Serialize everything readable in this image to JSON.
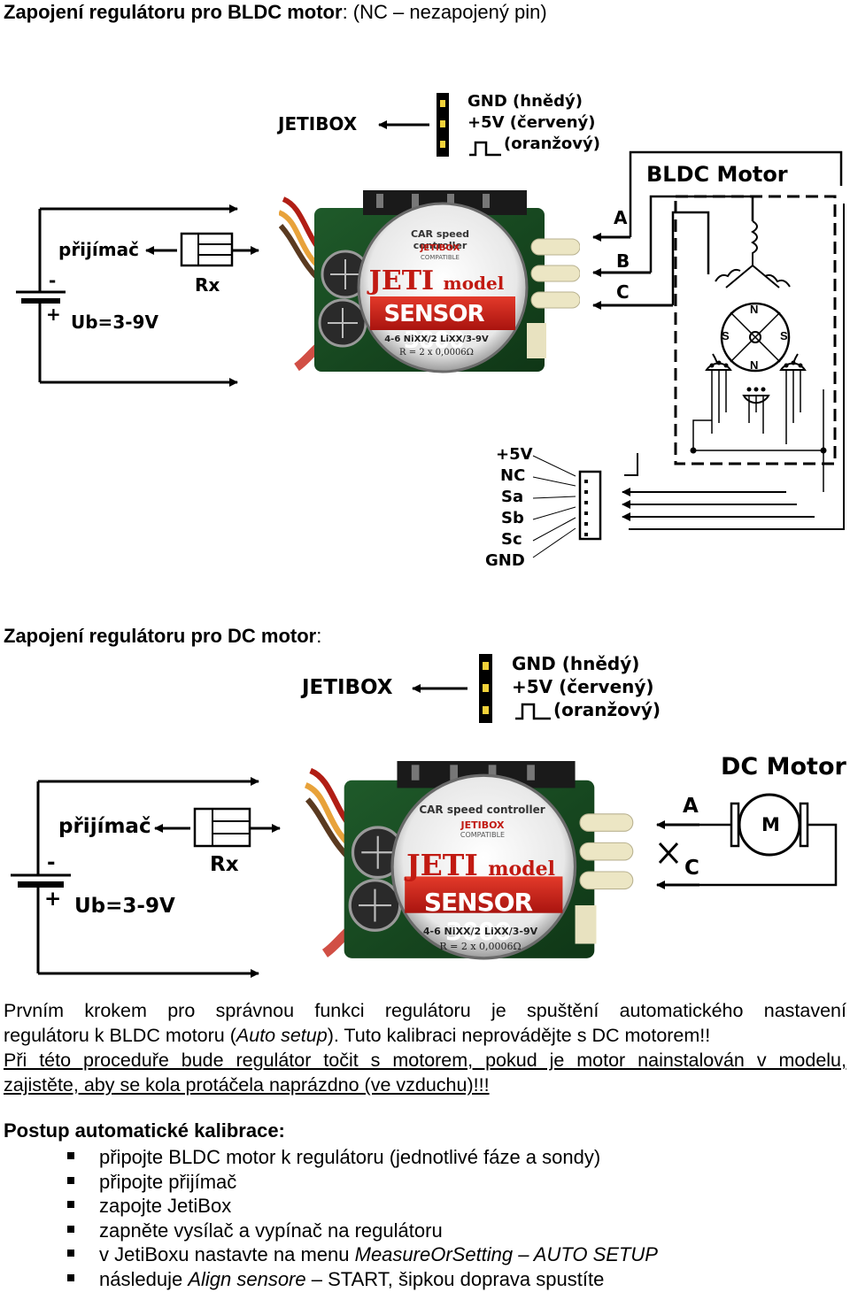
{
  "section1": {
    "heading_bold": "Zapojení regulátoru pro BLDC motor",
    "heading_rest": ": (NC – nezapojený pin)",
    "jetibox": "JETIBOX",
    "wires": [
      "GND (hnědý)",
      "+5V (červený)",
      "(oranžový)"
    ],
    "receiver": "přijímač",
    "rx": "Rx",
    "minus": "-",
    "plus": "+",
    "voltage": "Ub=3-9V",
    "motor_title": "BLDC Motor",
    "phases": [
      "A",
      "B",
      "C"
    ],
    "sensor_pins": [
      "+5V",
      "NC",
      "Sa",
      "Sb",
      "Sc",
      "GND"
    ],
    "poles": [
      "N",
      "S",
      "S",
      "N"
    ]
  },
  "section2": {
    "heading_bold": "Zapojení regulátoru pro DC motor",
    "heading_rest": ":",
    "jetibox": "JETIBOX",
    "wires": [
      "GND (hnědý)",
      "+5V (červený)",
      "(oranžový)"
    ],
    "receiver": "přijímač",
    "rx": "Rx",
    "minus": "-",
    "plus": "+",
    "voltage": "Ub=3-9V",
    "motor_title": "DC Motor",
    "motor_symbol": "M",
    "phases": [
      "A",
      "C"
    ]
  },
  "controller": {
    "brand1": "CAR speed controller",
    "jetibox_badge": "JETIBOX",
    "compatible": "COMPATIBLE",
    "jeti": "JETI",
    "model": "model",
    "sensor": "SENSOR 3000",
    "spec1": "4-6 NiXX/2 LiXX/3-9V",
    "spec2": "R = 2 x 0,0006Ω"
  },
  "paragraph": {
    "l1": "Prvním krokem pro správnou funkci regulátoru je spuštění automatického nastavení",
    "l2a": "regulátoru k BLDC motoru (",
    "l2b": "Auto setup",
    "l2c": "). Tuto kalibraci neprovádějte s DC motorem!!",
    "l3": "Při této proceduře bude regulátor točit s motorem, pokud je motor nainstalován v modelu,",
    "l4": "zajistěte, aby se kola protáčela naprázdno (ve vzduchu)!!!"
  },
  "steps": {
    "title": "Postup automatické kalibrace:",
    "s1": "připojte BLDC motor k regulátoru (jednotlivé fáze a sondy)",
    "s2": "připojte přijímač",
    "s3": "zapojte JetiBox",
    "s4": "zapněte vysílač a vypínač na regulátoru",
    "s5a": "v JetiBoxu nastavte na menu ",
    "s5b": "MeasureOrSetting – AUTO SETUP",
    "s6a": "následuje ",
    "s6b": "Align sensore",
    "s6c": " – START, šipkou doprava spustíte"
  }
}
